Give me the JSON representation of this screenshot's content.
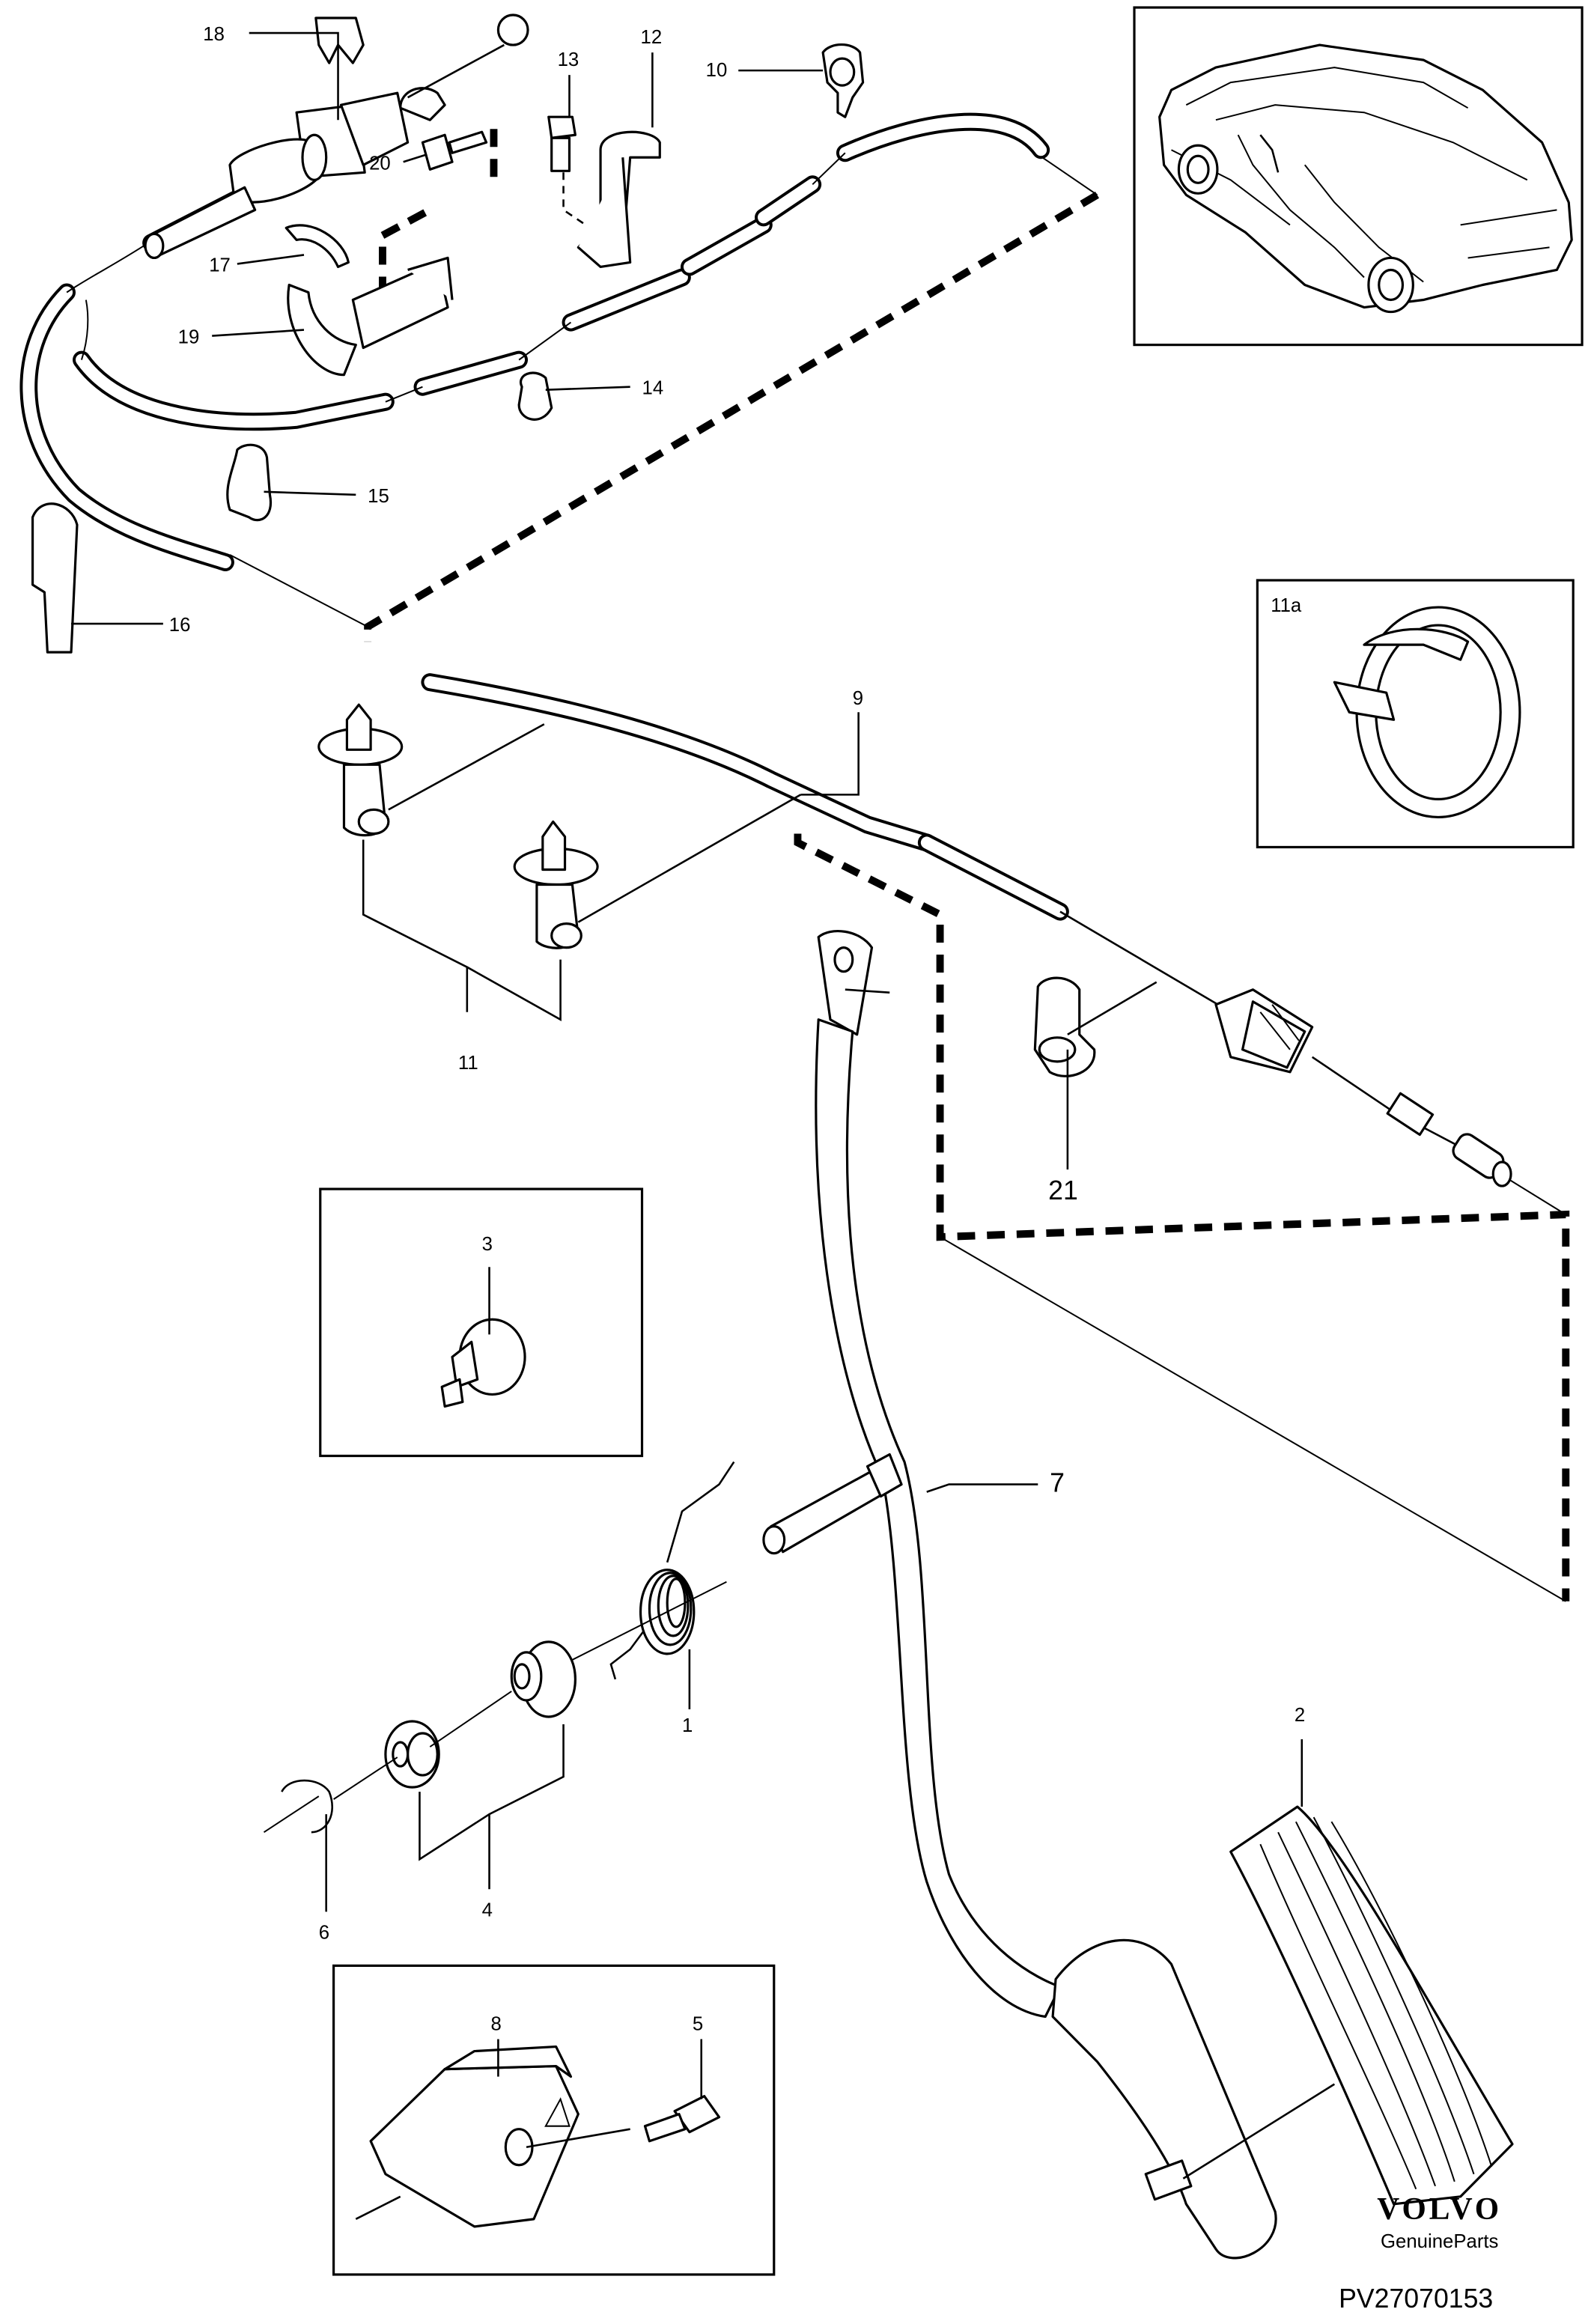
{
  "callouts": {
    "c1": "1",
    "c2": "2",
    "c3": "3",
    "c4": "4",
    "c5": "5",
    "c6": "6",
    "c7": "7",
    "c8": "8",
    "c9": "9",
    "c10": "10",
    "c11": "11",
    "c11a": "11a",
    "c12": "12",
    "c13": "13",
    "c14": "14",
    "c15": "15",
    "c16": "16",
    "c17": "17",
    "c18": "18",
    "c19": "19",
    "c20": "20",
    "c21": "21"
  },
  "brand": {
    "logo": "VOLVO",
    "subtitle": "GenuineParts"
  },
  "figure_code": "PV27070153"
}
